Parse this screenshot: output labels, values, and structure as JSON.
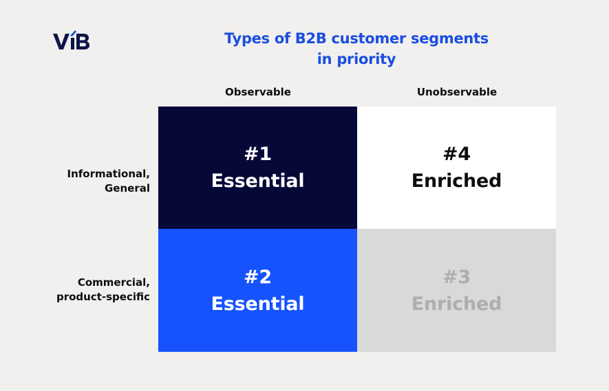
{
  "logo": {
    "text": "VIB"
  },
  "title": {
    "line1": "Types of B2B customer segments",
    "line2": "in priority"
  },
  "columns": [
    "Observable",
    "Unobservable"
  ],
  "rows": [
    {
      "line1": "Informational,",
      "line2": "General"
    },
    {
      "line1": "Commercial,",
      "line2": "product-specific"
    }
  ],
  "cells": [
    {
      "rank": "#1",
      "label": "Essential"
    },
    {
      "rank": "#4",
      "label": "Enriched"
    },
    {
      "rank": "#2",
      "label": "Essential"
    },
    {
      "rank": "#3",
      "label": "Enriched"
    }
  ],
  "colors": {
    "background": "#f1f0ef",
    "accent_blue": "#1a4de0",
    "cell_1": "#060838",
    "cell_4": "#ffffff",
    "cell_2": "#1653fd",
    "cell_3": "#d9d9d9",
    "cell_3_text": "#aeaeae",
    "logo": "#0e1447"
  }
}
